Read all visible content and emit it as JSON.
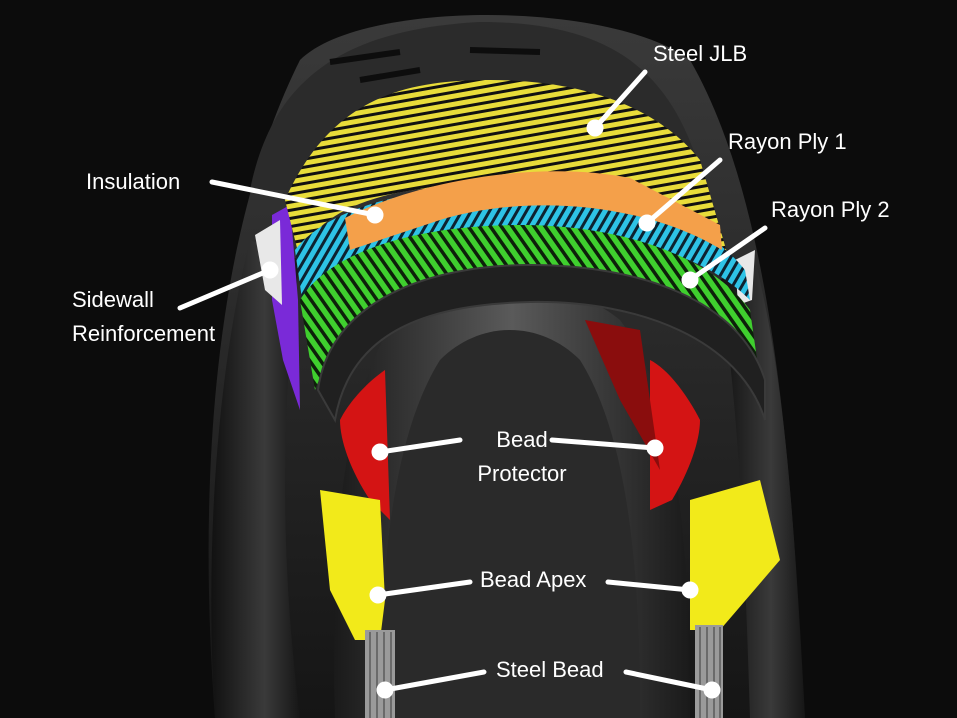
{
  "callouts": {
    "steel_jlb": "Steel JLB",
    "rayon_ply_1": "Rayon Ply 1",
    "rayon_ply_2": "Rayon Ply 2",
    "insulation": "Insulation",
    "sidewall_reinforcement_line1": "Sidewall",
    "sidewall_reinforcement_line2": "Reinforcement",
    "bead_protector_line1": "Bead",
    "bead_protector_line2": "Protector",
    "bead_apex": "Bead Apex",
    "steel_bead": "Steel Bead"
  },
  "colors": {
    "background": "#0c0c0c",
    "tire_rubber": "#1f1f1f",
    "steel_jlb": "#e8dc3a",
    "insulation": "#f4a04a",
    "rayon_ply_1": "#2ec3e6",
    "rayon_ply_2": "#3fcf2e",
    "sidewall_reinforcement": "#7a2ad8",
    "bead_protector": "#d41414",
    "bead_apex": "#f2ea1a",
    "steel_bead": "#9a9a9a",
    "leader_line": "#ffffff"
  }
}
